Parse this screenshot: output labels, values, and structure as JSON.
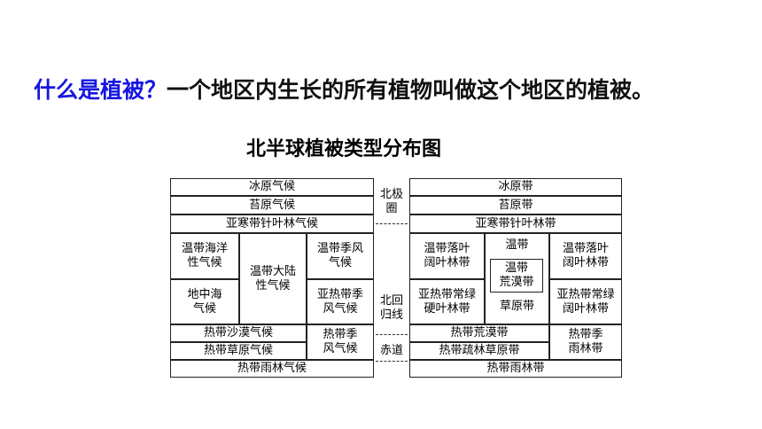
{
  "headline": {
    "question": "什么是植被？",
    "answer": "一个地区内生长的所有植物叫做这个地区的植被。"
  },
  "subtitle": "北半球植被类型分布图",
  "diagram": {
    "left": {
      "polar": "冰原气候",
      "tundra": "苔原气候",
      "subarctic": "亚寒带针叶林气候",
      "temp_maritime": "温带海洋\n性气候",
      "temp_continental": "温带大陆\n性气候",
      "temp_monsoon": "温带季风\n气候",
      "mediterranean": "地中海\n气候",
      "subtrop_monsoon": "亚热带季\n风气候",
      "trop_desert": "热带沙漠气候",
      "trop_monsoon": "热带季\n风气候",
      "trop_savanna": "热带草原气候",
      "trop_rainforest": "热带雨林气候"
    },
    "middle": {
      "arctic_circle": "北极\n圈",
      "tropic_of_cancer": "北回\n归线",
      "equator": "赤道"
    },
    "right": {
      "ice": "冰原带",
      "tundra": "苔原带",
      "taiga": "亚寒带针叶林带",
      "temp_deciduous_left": "温带落叶\n阔叶林带",
      "temperate_label": "温带",
      "temp_desert": "温带\n荒漠带",
      "temp_deciduous_right": "温带落叶\n阔叶林带",
      "subtrop_sclerophyll": "亚热带常绿\n硬叶林带",
      "grassland": "草原带",
      "subtrop_evergreen": "亚热带常绿\n阔叶林带",
      "trop_desert": "热带荒漠带",
      "trop_monsoon_forest": "热带季\n雨林带",
      "trop_savanna": "热带疏林草原带",
      "trop_rainforest": "热带雨林带"
    }
  }
}
